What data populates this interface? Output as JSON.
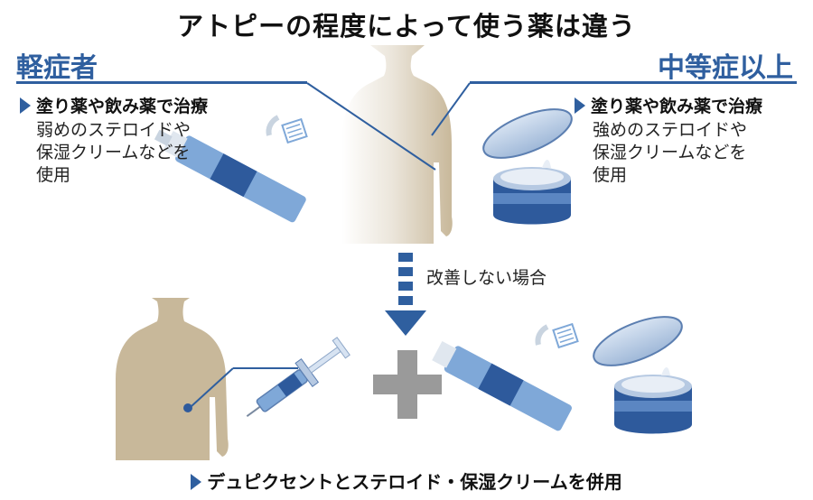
{
  "title": "アトピーの程度によって使う薬は違う",
  "mild": {
    "label": "軽症者",
    "treatment": "塗り薬や飲み薬で治療",
    "desc_lines": [
      "弱めのステロイドや",
      "保湿クリームなどを",
      "使用"
    ]
  },
  "moderate": {
    "label": "中等症以上",
    "treatment": "塗り薬や飲み薬で治療",
    "desc_lines": [
      "強めのステロイドや",
      "保湿クリームなどを",
      "使用"
    ]
  },
  "condition": "改善しない場合",
  "combined": "デュピクセントとステロイド・保湿クリームを併用",
  "colors": {
    "accent": "#2f5f9f",
    "body": "#c8b89a",
    "tube": "#7fa8d8",
    "tube_band": "#2e5a9c",
    "plus": "#9a9a9a",
    "arrow": "#2f5f9f"
  }
}
